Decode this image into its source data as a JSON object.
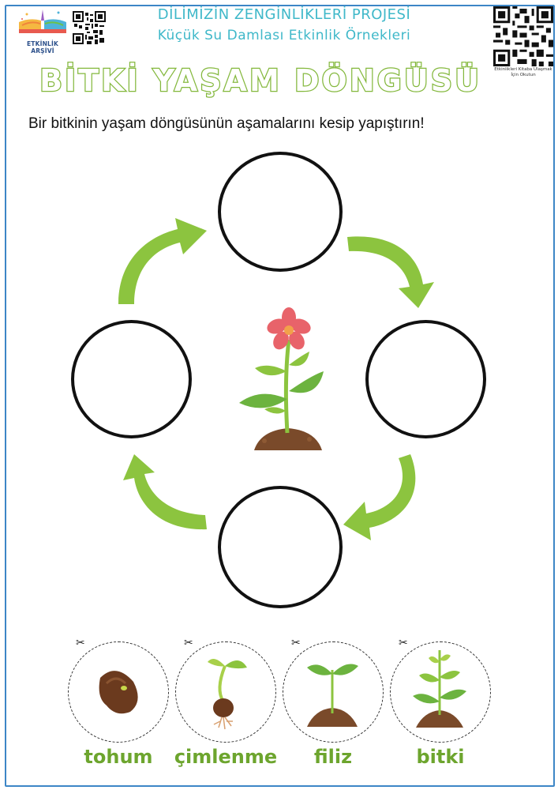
{
  "header": {
    "logo_text": "ETKİNLİK ARŞİVİ",
    "project_title": "DİLİMİZİN ZENGİNLİKLERİ PROJESİ",
    "project_subtitle": "Küçük Su Damlası Etkinlik Örnekleri",
    "qr_caption": "Etkinlikleri Kitaba Ulaşmak İçin Okutun"
  },
  "worksheet": {
    "title": "BİTKİ YAŞAM DÖNGÜSÜ",
    "instruction": "Bir bitkinin yaşam döngüsünün aşamalarını kesip yapıştırın!"
  },
  "cut_outs": [
    {
      "label": "tohum",
      "icon": "seed-icon"
    },
    {
      "label": "çimlenme",
      "icon": "germinating-seed-icon"
    },
    {
      "label": "filiz",
      "icon": "sprout-icon"
    },
    {
      "label": "bitki",
      "icon": "young-plant-icon"
    }
  ],
  "colors": {
    "frame_border": "#3d86c6",
    "header_text": "#3fb8c9",
    "title_outline": "#84b83d",
    "arrow_green": "#8cc43f",
    "label_green": "#6da52e"
  }
}
